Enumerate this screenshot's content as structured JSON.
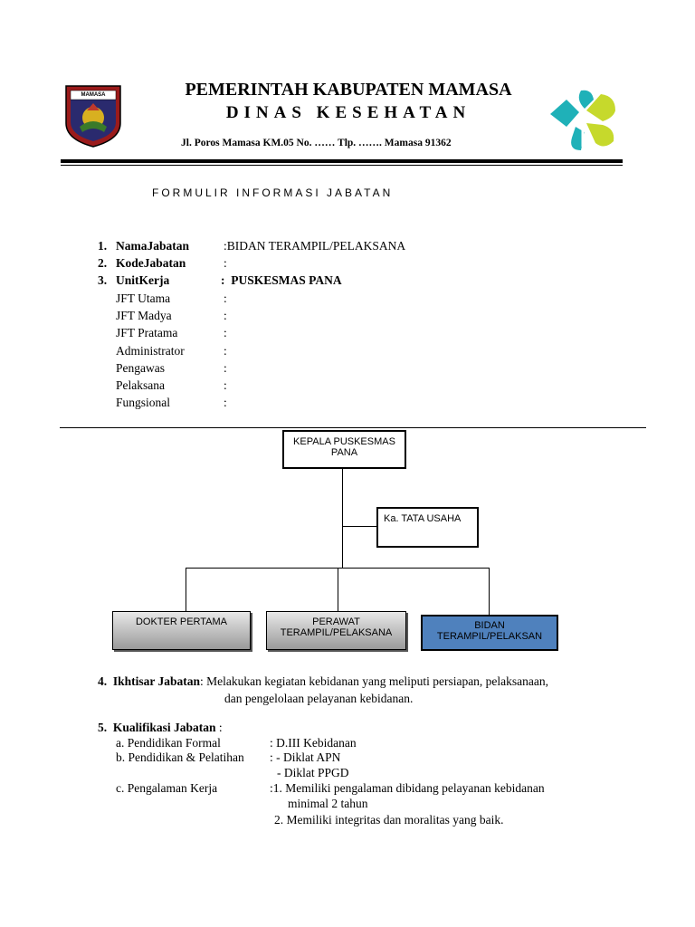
{
  "header": {
    "line1": "PEMERINTAH KABUPATEN MAMASA",
    "line2": "DINAS KESEHATAN",
    "address": "Jl. Poros Mamasa KM.05 No.  …… Tlp. ……. Mamasa 91362",
    "logo_left_text": "MAMASA"
  },
  "form_title": "FORMULIR INFORMASI JABATAN",
  "info": [
    {
      "num": "1.",
      "label": "NamaJabatan",
      "bold": true,
      "colon": ":",
      "value": "BIDAN TERAMPIL/PELAKSANA"
    },
    {
      "num": "2.",
      "label": "KodeJabatan",
      "bold": true,
      "colon": ":",
      "value": ""
    },
    {
      "num": "3.",
      "label": "UnitKerja",
      "bold": true,
      "colon": ":",
      "value": "PUSKESMAS  PANA"
    },
    {
      "num": "",
      "label": "JFT Utama",
      "bold": false,
      "colon": ":",
      "value": ""
    },
    {
      "num": "",
      "label": "JFT Madya",
      "bold": false,
      "colon": ":",
      "value": ""
    },
    {
      "num": "",
      "label": "JFT Pratama",
      "bold": false,
      "colon": ":",
      "value": ""
    },
    {
      "num": "",
      "label": "Administrator",
      "bold": false,
      "colon": ":",
      "value": ""
    },
    {
      "num": "",
      "label": "Pengawas",
      "bold": false,
      "colon": ":",
      "value": ""
    },
    {
      "num": "",
      "label": "Pelaksana",
      "bold": false,
      "colon": ":",
      "value": ""
    },
    {
      "num": "",
      "label": "Fungsional",
      "bold": false,
      "colon": ":",
      "value": ""
    }
  ],
  "org": {
    "head_line1": "KEPALA PUSKESMAS",
    "head_line2": "PANA",
    "admin": "Ka. TATA USAHA",
    "dokter": "DOKTER PERTAMA",
    "perawat_line1": "PERAWAT",
    "perawat_line2": "TERAMPIL/PELAKSANA",
    "bidan_line1": "BIDAN",
    "bidan_line2": "TERAMPIL/PELAKSAN"
  },
  "section4": {
    "num": "4.",
    "label": "Ikhtisar Jabatan",
    "text1": ": Melakukan kegiatan kebidanan yang meliputi persiapan, pelaksanaan,",
    "text2": "dan pengelolaan pelayanan kebidanan."
  },
  "section5": {
    "num": "5.",
    "label": "Kualifikasi Jabatan",
    "colon": " :",
    "a_label": "a.  Pendidikan  Formal",
    "a_value": ": D.III Kebidanan",
    "b_label": "b.  Pendidikan & Pelatihan",
    "b_value1": ": - Diklat APN",
    "b_value2": "- Diklat PPGD",
    "c_label": "c.  Pengalaman Kerja",
    "c_value1": ":1. Memiliki pengalaman dibidang pelayanan kebidanan",
    "c_value1b": "minimal 2 tahun",
    "c_value2": "2. Memiliki integritas dan moralitas yang baik."
  }
}
